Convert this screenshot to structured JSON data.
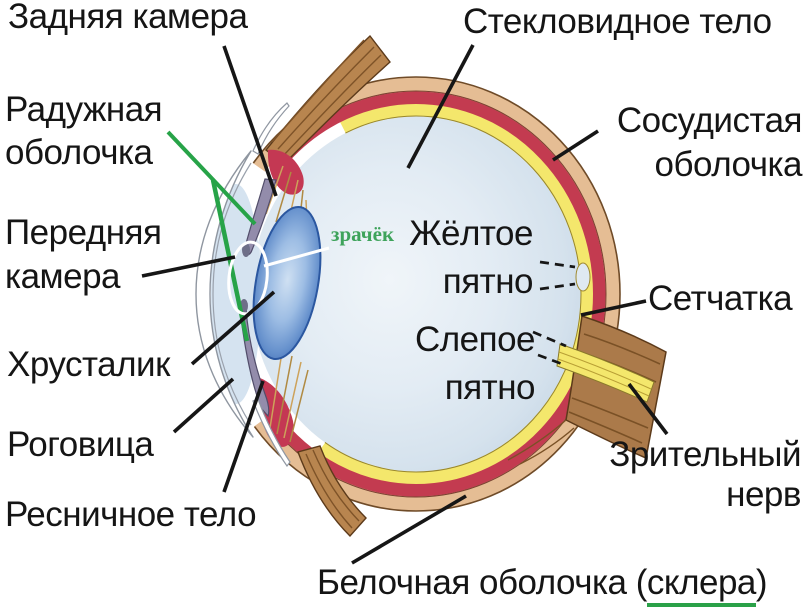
{
  "labels": {
    "posterior_chamber": {
      "text": "Задняя камера"
    },
    "iris": {
      "text": "Радужная\nоболочка"
    },
    "anterior_chamber": {
      "text": "Передняя\nкамера"
    },
    "lens": {
      "text": "Хрусталик"
    },
    "cornea": {
      "text": "Роговица"
    },
    "ciliary_body": {
      "text": "Ресничное тело"
    },
    "vitreous_body": {
      "text": "Стекловидное тело"
    },
    "choroid": {
      "text": "Сосудистая\nоболочка"
    },
    "retina": {
      "text": "Сетчатка"
    },
    "optic_nerve": {
      "text": "Зрительный\nнерв"
    },
    "macula": {
      "text": "Жёлтое\nпятно"
    },
    "blind_spot": {
      "text": "Слепое\nпятно"
    },
    "pupil": {
      "text": "зрачёк"
    },
    "sclera_label": {
      "prefix": "Белочная оболочка (",
      "highlight": "склера",
      "suffix": ")"
    }
  },
  "colors": {
    "sclera_tan": "#e5bd94",
    "sclera_outline": "#6f4b28",
    "choroid_red": "#c33b50",
    "retina_yellow": "#f4e76c",
    "vitreous_blue": "#dce7f0",
    "lens_blue": "#5583c6",
    "iris_gray": "#938cab",
    "ciliary_red": "#c43853",
    "muscle_brown": "#b8854f",
    "nerve_brown": "#ab7a4a",
    "annotation_green": "#27a348",
    "annotation_white": "#ffffff",
    "leader_black": "#161616",
    "pupil_text_green": "#3ea35b"
  }
}
